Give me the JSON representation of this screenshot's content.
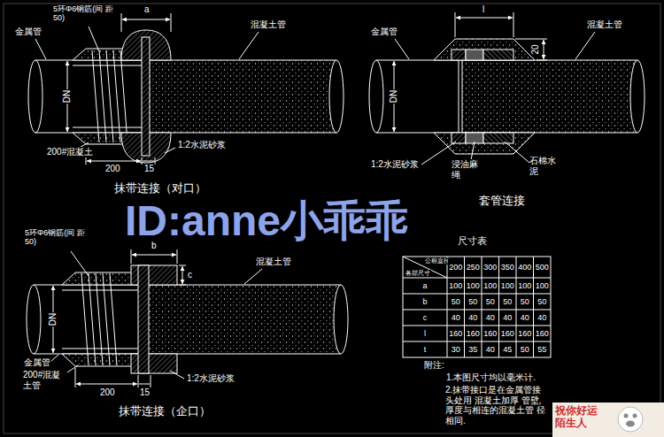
{
  "diagram": {
    "labels": [
      "5环Φ6钢筋(间 距50)",
      "金属管",
      "a",
      "混凝土管",
      "DN",
      "200#混凝土",
      "200",
      "15",
      "1:2水泥砂浆",
      "抹带连接（对口）",
      "l",
      "金属管",
      "混凝土管",
      "20",
      "DN",
      "1:2水泥砂浆",
      "浸油麻 绳",
      "石棉水 泥",
      "套管连接",
      "5环Φ6钢筋(间 距50)",
      "b",
      "c",
      "混凝土管",
      "DN",
      "金属管",
      "200#混凝 土管",
      "200",
      "15",
      "1:2水泥砂浆",
      "抹带连接（企口）",
      "尺寸表",
      "公称直径",
      "各部尺寸",
      "200",
      "250",
      "300",
      "350",
      "400",
      "500",
      "a",
      "100",
      "100",
      "100",
      "100",
      "100",
      "100",
      "b",
      "50",
      "50",
      "50",
      "50",
      "50",
      "50",
      "c",
      "40",
      "40",
      "40",
      "40",
      "40",
      "40",
      "l",
      "160",
      "160",
      "160",
      "160",
      "160",
      "160",
      "t",
      "30",
      "35",
      "40",
      "45",
      "50",
      "55",
      "附注:",
      "1.本图尺寸均以毫米计.",
      "2.抹带接口是在金属管接头处用 混凝土加厚 管壁,厚度与相连的混凝土管 径相同.",
      "ID:anne小乖乖",
      "祝你好运 陌生人"
    ]
  }
}
